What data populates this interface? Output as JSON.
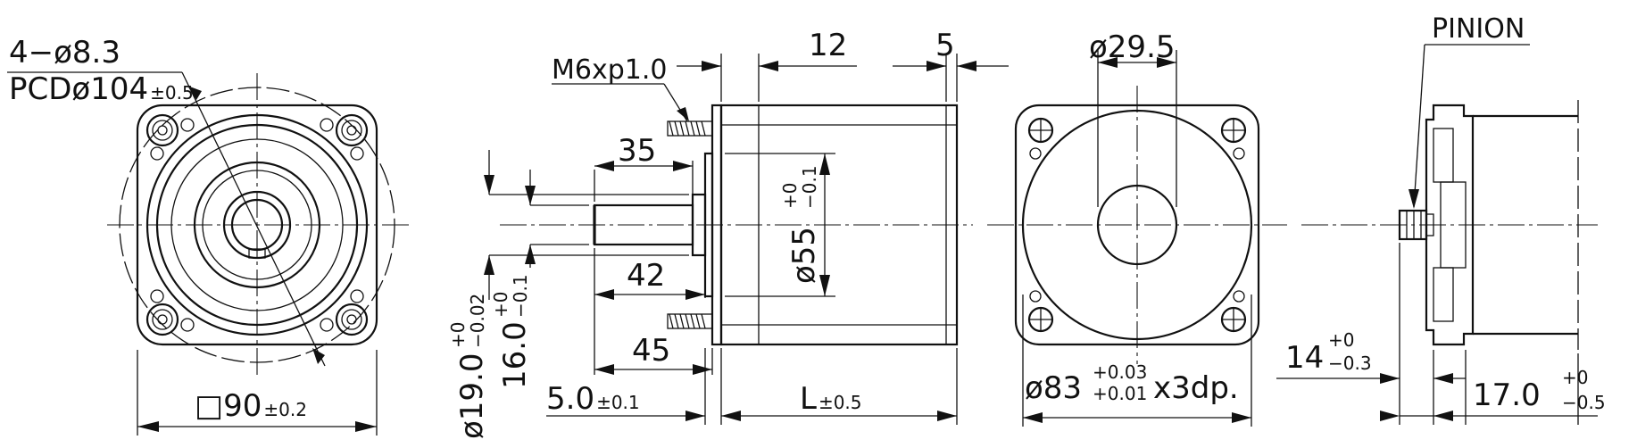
{
  "front_view": {
    "hole_spec": "4−ø8.3",
    "pcd_main": "PCDø104",
    "pcd_tol": "±0.5",
    "square_symbol": "□",
    "square_size": "90",
    "square_tol": "±0.2"
  },
  "side_view": {
    "thread": "M6xp1.0",
    "len_12": "12",
    "len_5": "5",
    "len_35": "35",
    "len_42": "42",
    "len_45": "45",
    "pilot_main": "ø55",
    "pilot_tol_upper": "+0",
    "pilot_tol_lower": "−0.1",
    "shaft_dia_main": "ø19.0",
    "shaft_dia_upper": "+0",
    "shaft_dia_lower": "−0.02",
    "key_main": "16.0",
    "key_upper": "+0",
    "key_lower": "−0.1",
    "flange_main": "5.0",
    "flange_tol": "±0.1",
    "body_len": "L",
    "body_tol": "±0.5"
  },
  "rear_view": {
    "bore_dia": "ø29.5",
    "pilot_main": "ø83",
    "pilot_upper": "+0.03",
    "pilot_lower": "+0.01",
    "pilot_suffix": "x3dp."
  },
  "pinion_view": {
    "label": "PINION",
    "dim_14_main": "14",
    "dim_14_upper": "+0",
    "dim_14_lower": "−0.3",
    "dim_17_main": "17.0",
    "dim_17_upper": "+0",
    "dim_17_lower": "−0.5"
  }
}
